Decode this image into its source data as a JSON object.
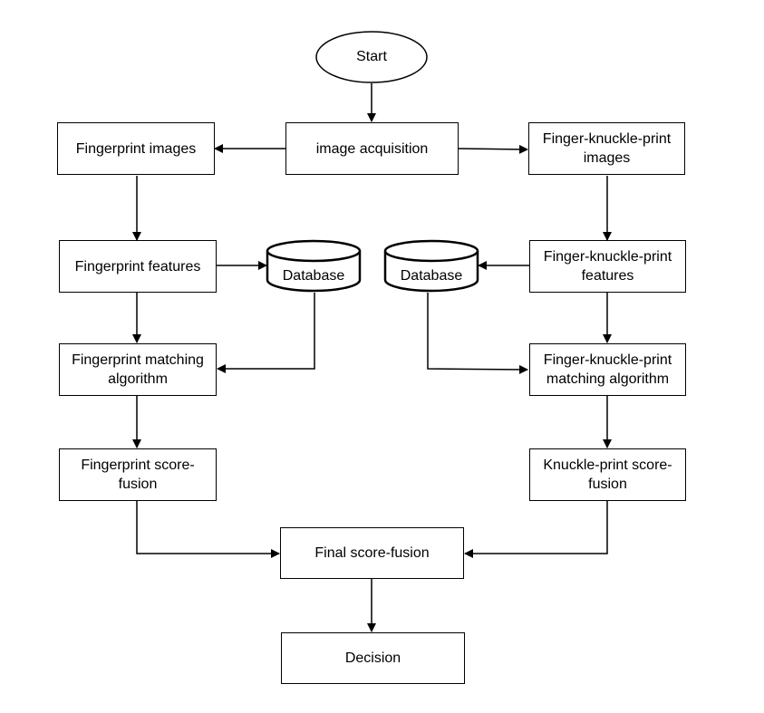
{
  "nodes": {
    "start": "Start",
    "image_acquisition": "image acquisition",
    "fingerprint_images": "Fingerprint images",
    "fkp_images": "Finger-knuckle-print images",
    "fingerprint_features": "Fingerprint features",
    "database_left": "Database",
    "database_right": "Database",
    "fkp_features": "Finger-knuckle-print features",
    "fingerprint_matching": "Fingerprint matching algorithm",
    "fkp_matching": "Finger-knuckle-print matching algorithm",
    "fingerprint_score_fusion": "Fingerprint score-fusion",
    "knuckle_score_fusion": "Knuckle-print score-fusion",
    "final_score_fusion": "Final score-fusion",
    "decision": "Decision"
  },
  "edges": [
    {
      "from": "start",
      "to": "image_acquisition"
    },
    {
      "from": "image_acquisition",
      "to": "fingerprint_images"
    },
    {
      "from": "image_acquisition",
      "to": "fkp_images"
    },
    {
      "from": "fingerprint_images",
      "to": "fingerprint_features"
    },
    {
      "from": "fkp_images",
      "to": "fkp_features"
    },
    {
      "from": "fingerprint_features",
      "to": "database_left"
    },
    {
      "from": "fkp_features",
      "to": "database_right"
    },
    {
      "from": "fingerprint_features",
      "to": "fingerprint_matching"
    },
    {
      "from": "fkp_features",
      "to": "fkp_matching"
    },
    {
      "from": "database_left",
      "to": "fingerprint_matching"
    },
    {
      "from": "database_right",
      "to": "fkp_matching"
    },
    {
      "from": "fingerprint_matching",
      "to": "fingerprint_score_fusion"
    },
    {
      "from": "fkp_matching",
      "to": "knuckle_score_fusion"
    },
    {
      "from": "fingerprint_score_fusion",
      "to": "final_score_fusion"
    },
    {
      "from": "knuckle_score_fusion",
      "to": "final_score_fusion"
    },
    {
      "from": "final_score_fusion",
      "to": "decision"
    }
  ]
}
